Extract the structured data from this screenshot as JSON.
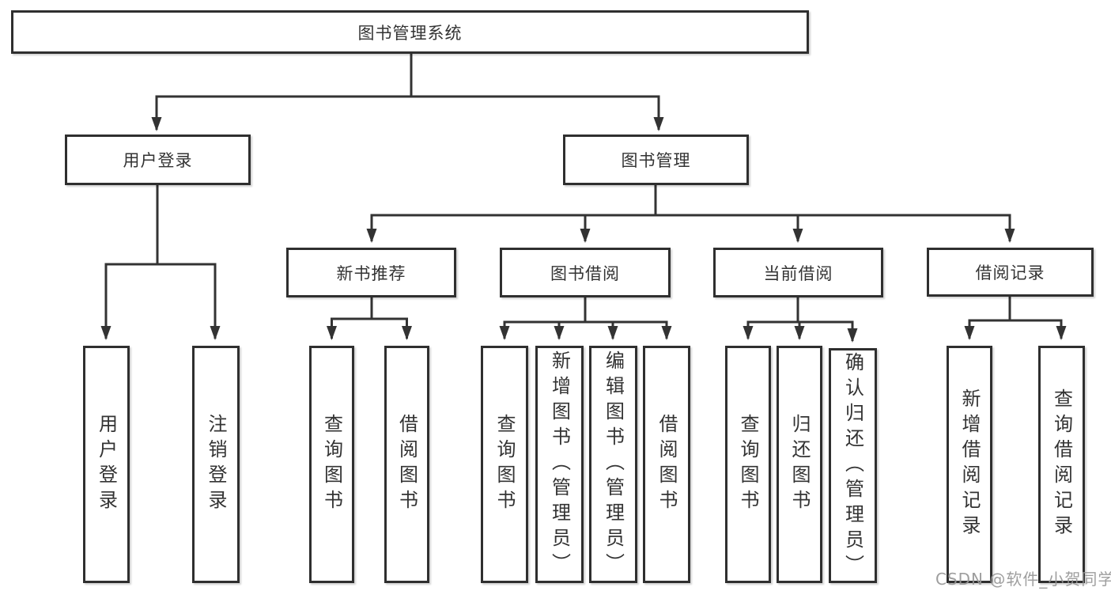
{
  "diagram": {
    "root": {
      "label": "图书管理系统"
    },
    "user": {
      "label": "用户登录",
      "children": [
        "用户登录",
        "注销登录"
      ]
    },
    "book": {
      "label": "图书管理",
      "sections": [
        {
          "label": "新书推荐",
          "children": [
            "查询图书",
            "借阅图书"
          ]
        },
        {
          "label": "图书借阅",
          "children": [
            "查询图书",
            "新增图书（管理员）",
            "编辑图书（管理员）",
            "借阅图书"
          ]
        },
        {
          "label": "当前借阅",
          "children": [
            "查询图书",
            "归还图书",
            "确认归还（管理员）"
          ]
        },
        {
          "label": "借阅记录",
          "children": [
            "新增借阅记录",
            "查询借阅记录"
          ]
        }
      ]
    },
    "watermark": "CSDN @软件_小贺同学",
    "colors": {
      "line": "#333333",
      "box_border": "#2f2f2f",
      "box_bg": "#ffffff",
      "text": "#333333",
      "watermark": "#969696"
    }
  }
}
